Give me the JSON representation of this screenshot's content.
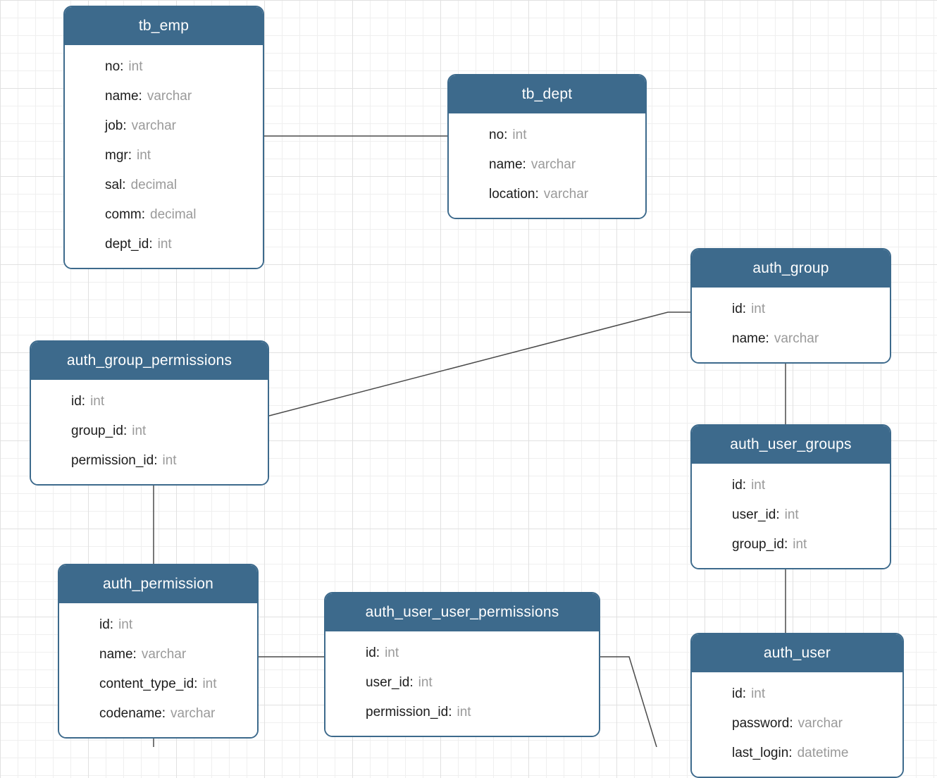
{
  "colors": {
    "table_header": "#3d6a8c",
    "field_name": "#1c1c1c",
    "field_type": "#9a9a9a",
    "relationship_line": "#4a4a4a"
  },
  "tables": [
    {
      "title": "tb_emp",
      "fields": [
        {
          "label": "no:",
          "type": "int"
        },
        {
          "label": "name:",
          "type": "varchar"
        },
        {
          "label": "job:",
          "type": "varchar"
        },
        {
          "label": "mgr:",
          "type": "int"
        },
        {
          "label": "sal:",
          "type": "decimal"
        },
        {
          "label": "comm:",
          "type": "decimal"
        },
        {
          "label": "dept_id:",
          "type": "int"
        }
      ]
    },
    {
      "title": "tb_dept",
      "fields": [
        {
          "label": "no:",
          "type": "int"
        },
        {
          "label": "name:",
          "type": "varchar"
        },
        {
          "label": "location:",
          "type": "varchar"
        }
      ]
    },
    {
      "title": "auth_group",
      "fields": [
        {
          "label": "id:",
          "type": "int"
        },
        {
          "label": "name:",
          "type": "varchar"
        }
      ]
    },
    {
      "title": "auth_group_permissions",
      "fields": [
        {
          "label": "id:",
          "type": "int"
        },
        {
          "label": "group_id:",
          "type": "int"
        },
        {
          "label": "permission_id:",
          "type": "int"
        }
      ]
    },
    {
      "title": "auth_user_groups",
      "fields": [
        {
          "label": "id:",
          "type": "int"
        },
        {
          "label": "user_id:",
          "type": "int"
        },
        {
          "label": "group_id:",
          "type": "int"
        }
      ]
    },
    {
      "title": "auth_permission",
      "fields": [
        {
          "label": "id:",
          "type": "int"
        },
        {
          "label": "name:",
          "type": "varchar"
        },
        {
          "label": "content_type_id:",
          "type": "int"
        },
        {
          "label": "codename:",
          "type": "varchar"
        }
      ]
    },
    {
      "title": "auth_user_user_permissions",
      "fields": [
        {
          "label": "id:",
          "type": "int"
        },
        {
          "label": "user_id:",
          "type": "int"
        },
        {
          "label": "permission_id:",
          "type": "int"
        }
      ]
    },
    {
      "title": "auth_user",
      "fields": [
        {
          "label": "id:",
          "type": "int"
        },
        {
          "label": "password:",
          "type": "varchar"
        },
        {
          "label": "last_login:",
          "type": "datetime"
        }
      ]
    }
  ],
  "relationships": [
    {
      "from": "tb_emp",
      "to": "tb_dept"
    },
    {
      "from": "auth_group_permissions",
      "to": "auth_group"
    },
    {
      "from": "auth_group",
      "to": "auth_user_groups"
    },
    {
      "from": "auth_group_permissions",
      "to": "auth_permission"
    },
    {
      "from": "auth_permission",
      "to": "auth_user_user_permissions"
    },
    {
      "from": "auth_user_groups",
      "to": "auth_user"
    },
    {
      "from": "auth_user_user_permissions",
      "to": "auth_user"
    }
  ]
}
